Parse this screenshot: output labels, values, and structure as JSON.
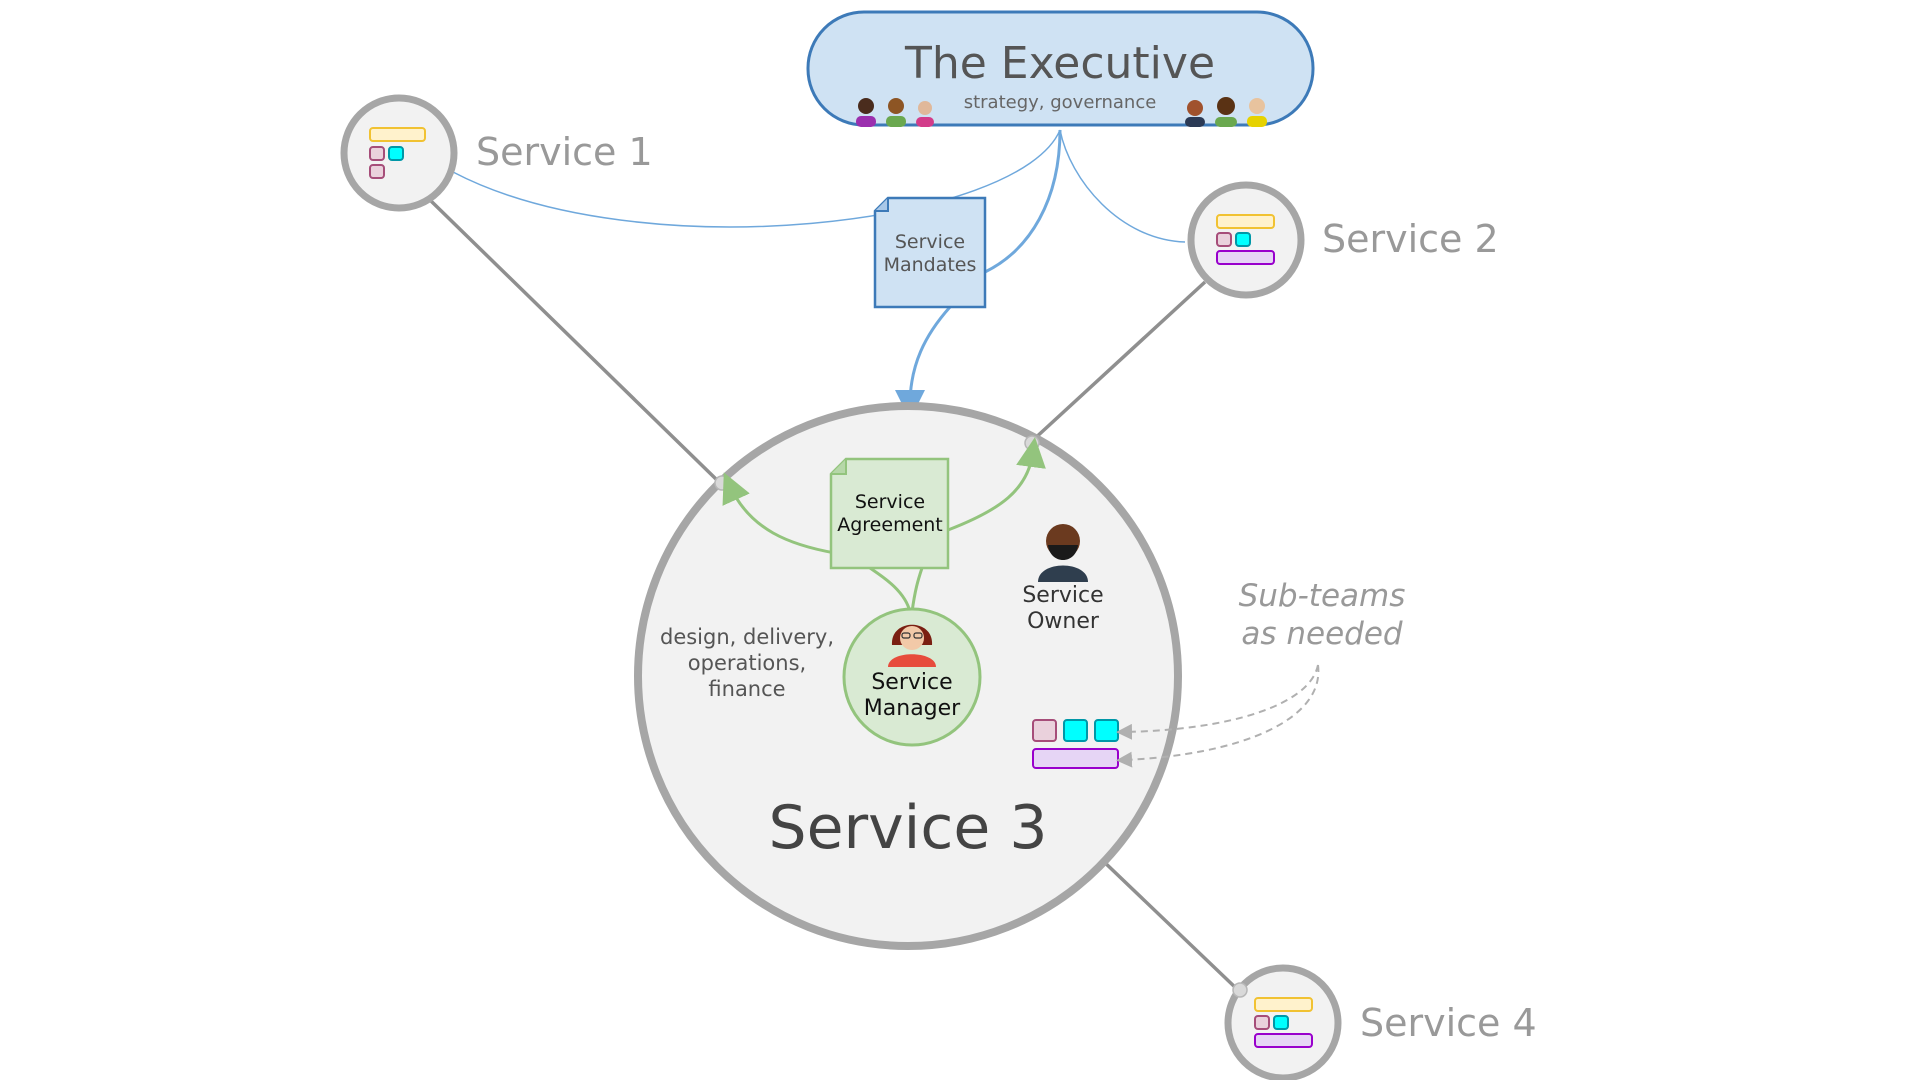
{
  "executive": {
    "title": "The Executive",
    "subtitle": "strategy, governance"
  },
  "services": {
    "s1": "Service 1",
    "s2": "Service 2",
    "s3": "Service 3",
    "s4": "Service 4"
  },
  "documents": {
    "mandates_line1": "Service",
    "mandates_line2": "Mandates",
    "agreement_line1": "Service",
    "agreement_line2": "Agreement"
  },
  "service3": {
    "activities_line1": "design, delivery,",
    "activities_line2": "operations,",
    "activities_line3": "finance",
    "manager_line1": "Service",
    "manager_line2": "Manager",
    "owner_line1": "Service",
    "owner_line2": "Owner"
  },
  "annotation": {
    "line1": "Sub-teams",
    "line2": "as needed"
  },
  "icons": {
    "team": "team-blocks-icon",
    "person": "person-icon"
  },
  "colors": {
    "executive_fill": "#cfe2f3",
    "executive_stroke": "#3d7ab8",
    "service_ring": "#a6a6a6",
    "service_fill": "#f2f2f2",
    "agreement_fill": "#d9ead3",
    "agreement_stroke": "#93c47d",
    "link_blue": "#6fa8dc",
    "link_gray": "#8f8f8f",
    "block_yellow": "#fff2cc",
    "block_pink": "#ead1dc",
    "block_cyan": "#00ffff",
    "block_purple": "#e6d5f5"
  }
}
